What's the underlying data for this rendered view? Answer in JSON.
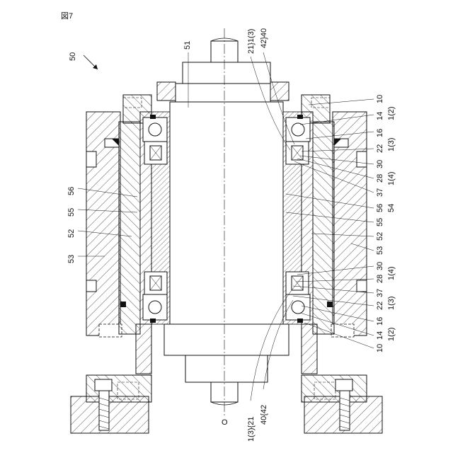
{
  "figure_label": "図7",
  "assembly_number": "50",
  "axis_marker": "O",
  "labels": {
    "l51": "51",
    "l53L": "53",
    "l52L": "52",
    "l55L": "55",
    "l56L": "56",
    "t_21_13": "21}1(3)",
    "t_42_40": "42}40",
    "r10": "10",
    "r14": "14",
    "r1_2": "1(2)",
    "r16": "16",
    "r22": "22",
    "r1_3": "1(3)",
    "r30": "30",
    "r28": "28",
    "r37": "37",
    "r1_4": "1(4)",
    "r56": "56",
    "r54": "54",
    "r55": "55",
    "r52": "52",
    "r53": "53",
    "r30b": "30",
    "r28b": "28",
    "r37b": "37",
    "r1_4b": "1(4)",
    "r22b": "22",
    "r1_3b": "1(3)",
    "r16b": "16",
    "r14b": "14",
    "r10b": "10",
    "r1_2b": "1(2)",
    "b_21_13": "1(3){21",
    "b_40_42": "40{42"
  }
}
